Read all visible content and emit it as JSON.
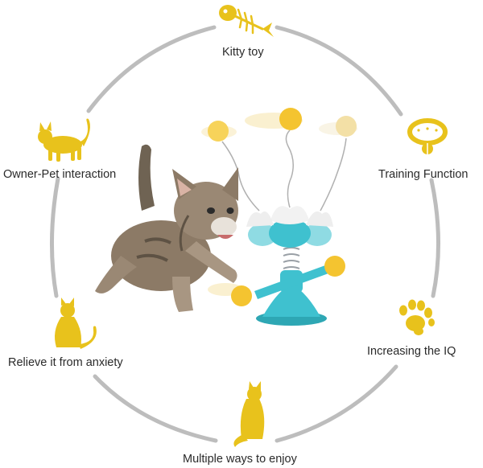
{
  "colors": {
    "ring": "#bdbdbd",
    "icon": "#e8c21c",
    "toy_teal": "#3fc1cf",
    "ball": "#f4c430",
    "kitten_fur": "#8c7a66",
    "text": "#2a2a2a"
  },
  "features": {
    "kitty_toy": {
      "label": "Kitty toy",
      "icon": "fish-bone-icon"
    },
    "owner_pet": {
      "label": "Owner-Pet interaction",
      "icon": "walking-cat-icon"
    },
    "training": {
      "label": "Training Function",
      "icon": "cat-collar-icon"
    },
    "relieve": {
      "label": "Relieve it from anxiety",
      "icon": "sitting-cat-icon"
    },
    "iq": {
      "label": "Increasing the IQ",
      "icon": "paw-print-icon"
    },
    "multiple": {
      "label": "Multiple ways to enjoy",
      "icon": "cat-silhouette-icon"
    }
  }
}
